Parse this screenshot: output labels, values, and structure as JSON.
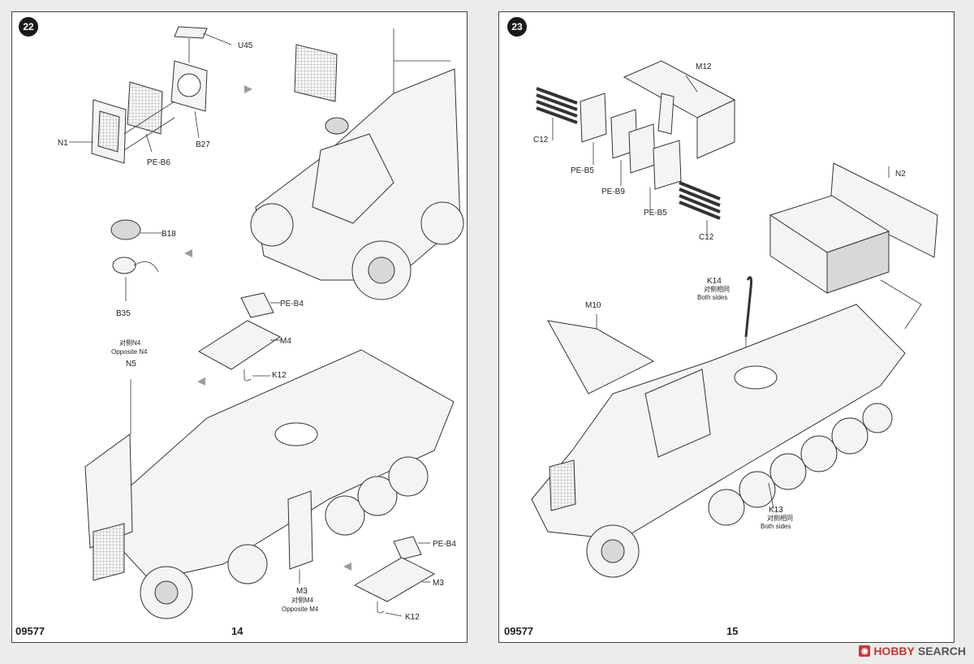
{
  "left_page": {
    "step": "22",
    "code": "09577",
    "page_number": "14",
    "labels": {
      "u45": "U45",
      "n1": "N1",
      "pe_b6": "PE-B6",
      "b27": "B27",
      "b18": "B18",
      "b35": "B35",
      "pe_b4_top": "PE-B4",
      "m4": "M4",
      "k12_top": "K12",
      "n4_cn": "对侧N4",
      "n4_en": "Opposite N4",
      "n5": "N5",
      "m3": "M3",
      "m4_cn": "对侧M4",
      "m4_en": "Opposite M4",
      "pe_b4_bottom": "PE-B4",
      "m3_right": "M3",
      "k12_bottom": "K12"
    }
  },
  "right_page": {
    "step": "23",
    "code": "09577",
    "page_number": "15",
    "labels": {
      "m12": "M12",
      "c12_top": "C12",
      "pe_b5_left": "PE-B5",
      "pe_b9": "PE-B9",
      "pe_b5_right": "PE-B5",
      "c12_bottom": "C12",
      "n2": "N2",
      "k14": "K14",
      "k14_cn": "对侧相同",
      "k14_en": "Both sides",
      "m10": "M10",
      "k13": "K13",
      "k13_cn": "对侧相同",
      "k13_en": "Both sides"
    }
  },
  "watermark": {
    "brand": "HOBBY",
    "suffix": " SEARCH"
  }
}
